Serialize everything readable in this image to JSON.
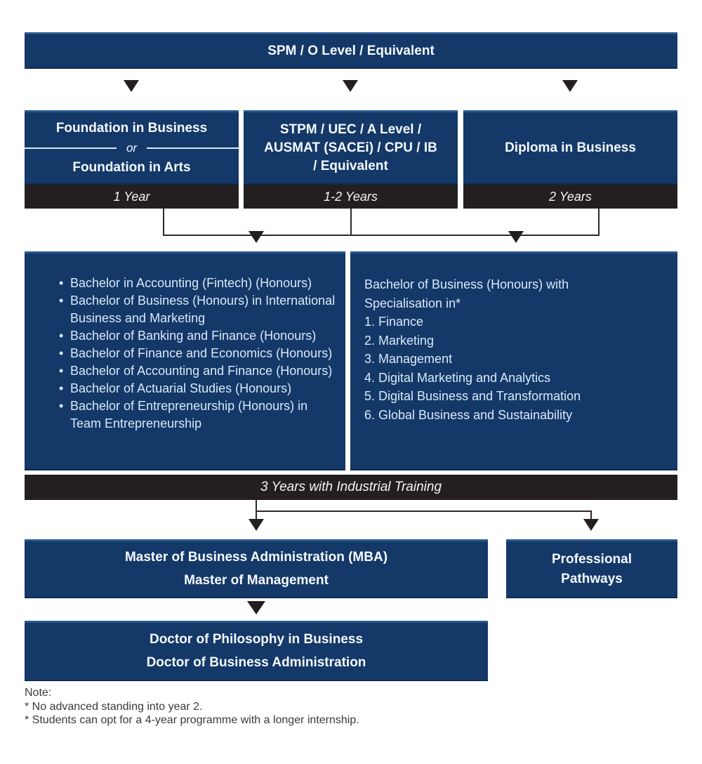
{
  "top_bar": {
    "label": "SPM / O Level / Equivalent"
  },
  "foundation_box": {
    "line1": "Foundation in Business",
    "or_label": "or",
    "line2": "Foundation in Arts",
    "duration": "1 Year"
  },
  "stpm_box": {
    "line1": "STPM / UEC / A Level /",
    "line2": "AUSMAT (SACEi) / CPU / IB",
    "line3": "/ Equivalent",
    "duration": "1-2 Years"
  },
  "diploma_box": {
    "title": "Diploma in Business",
    "duration": "2 Years"
  },
  "bachelor_left": {
    "lines": [
      {
        "text": "Bachelor in Accounting (Fintech) (Honours)",
        "bullet": true
      },
      {
        "text": "Bachelor of Business (Honours) in International",
        "bullet": true
      },
      {
        "text": "Business and Marketing",
        "bullet": false
      },
      {
        "text": "Bachelor of Banking and Finance (Honours)",
        "bullet": true
      },
      {
        "text": "Bachelor of Finance and Economics (Honours)",
        "bullet": true
      },
      {
        "text": "Bachelor of Accounting and Finance (Honours)",
        "bullet": true
      },
      {
        "text": "Bachelor of Actuarial Studies (Honours)",
        "bullet": true
      },
      {
        "text": "Bachelor of Entrepreneurship (Honours) in",
        "bullet": true
      },
      {
        "text": "Team Entrepreneurship",
        "bullet": false
      }
    ]
  },
  "bachelor_right": {
    "lines": [
      "Bachelor of Business (Honours) with",
      "Specialisation in*",
      "1. Finance",
      "2. Marketing",
      "3. Management",
      "4. Digital Marketing and Analytics",
      "5. Digital Business and Transformation",
      "6. Global Business and Sustainability"
    ]
  },
  "industrial_bar": {
    "label": "3 Years with Industrial Training"
  },
  "masters_box": {
    "line1": "Master of Business Administration (MBA)",
    "line2": "Master of Management"
  },
  "professional_box": {
    "line1": "Professional",
    "line2": "Pathways"
  },
  "doctorate_box": {
    "line1": "Doctor of Philosophy in Business",
    "line2": "Doctor of Business Administration"
  },
  "note": {
    "title": "Note:",
    "line1": "* No advanced standing into year 2.",
    "line2": "* Students can opt for a 4-year programme with a longer internship."
  },
  "colors": {
    "navy": "#143868",
    "navy_highlight": "#27588E",
    "black_bar": "#231F20",
    "connector_line": "#2E2A2B",
    "list_text": "#D8EAF8",
    "title_text": "#F4FAFF",
    "note_text": "#3A3A3A"
  }
}
